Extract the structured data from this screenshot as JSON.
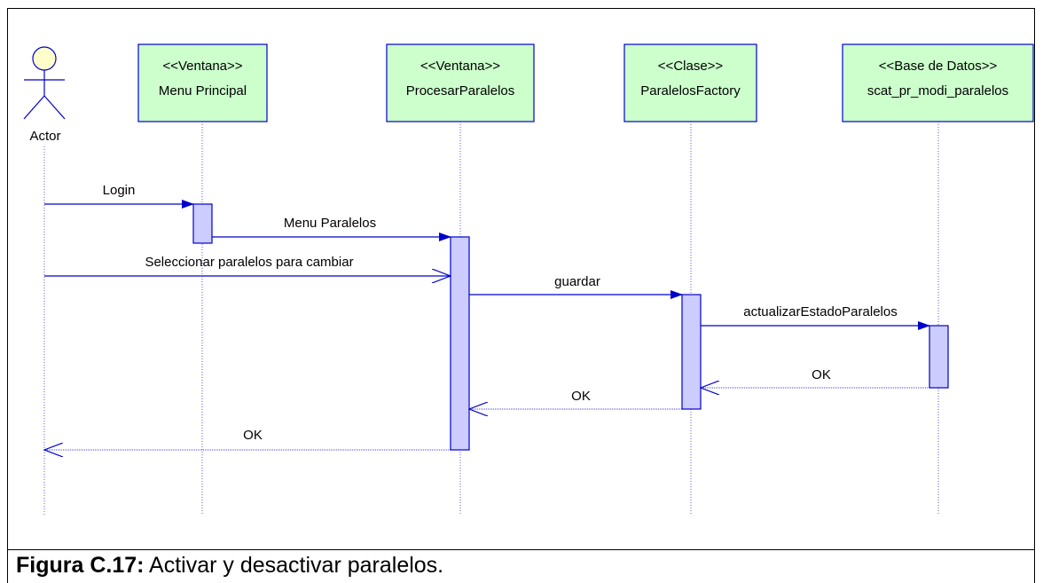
{
  "actor": {
    "label": "Actor"
  },
  "lifelines": [
    {
      "stereotype": "<<Ventana>>",
      "name": "Menu Principal"
    },
    {
      "stereotype": "<<Ventana>>",
      "name": "ProcesarParalelos"
    },
    {
      "stereotype": "<<Clase>>",
      "name": "ParalelosFactory"
    },
    {
      "stereotype": "<<Base de Datos>>",
      "name": "scat_pr_modi_paralelos"
    }
  ],
  "messages": [
    {
      "label": "Login",
      "from": "Actor",
      "to": "Menu Principal",
      "kind": "call"
    },
    {
      "label": "Menu Paralelos",
      "from": "Menu Principal",
      "to": "ProcesarParalelos",
      "kind": "call"
    },
    {
      "label": "Seleccionar paralelos para cambiar",
      "from": "Actor",
      "to": "ProcesarParalelos",
      "kind": "async"
    },
    {
      "label": "guardar",
      "from": "ProcesarParalelos",
      "to": "ParalelosFactory",
      "kind": "call"
    },
    {
      "label": "actualizarEstadoParalelos",
      "from": "ParalelosFactory",
      "to": "scat_pr_modi_paralelos",
      "kind": "call"
    },
    {
      "label": "OK",
      "from": "scat_pr_modi_paralelos",
      "to": "ParalelosFactory",
      "kind": "return"
    },
    {
      "label": "OK",
      "from": "ParalelosFactory",
      "to": "ProcesarParalelos",
      "kind": "return"
    },
    {
      "label": "OK",
      "from": "ProcesarParalelos",
      "to": "Actor",
      "kind": "return"
    }
  ],
  "caption": {
    "prefix": "Figura C.17:",
    "text": " Activar y desactivar paralelos."
  },
  "colors": {
    "box_fill": "#ccffcc",
    "box_border": "#0000cc",
    "message": "#0000cc",
    "activation_fill": "#ccccff",
    "actor_head": "#ffffcc"
  }
}
